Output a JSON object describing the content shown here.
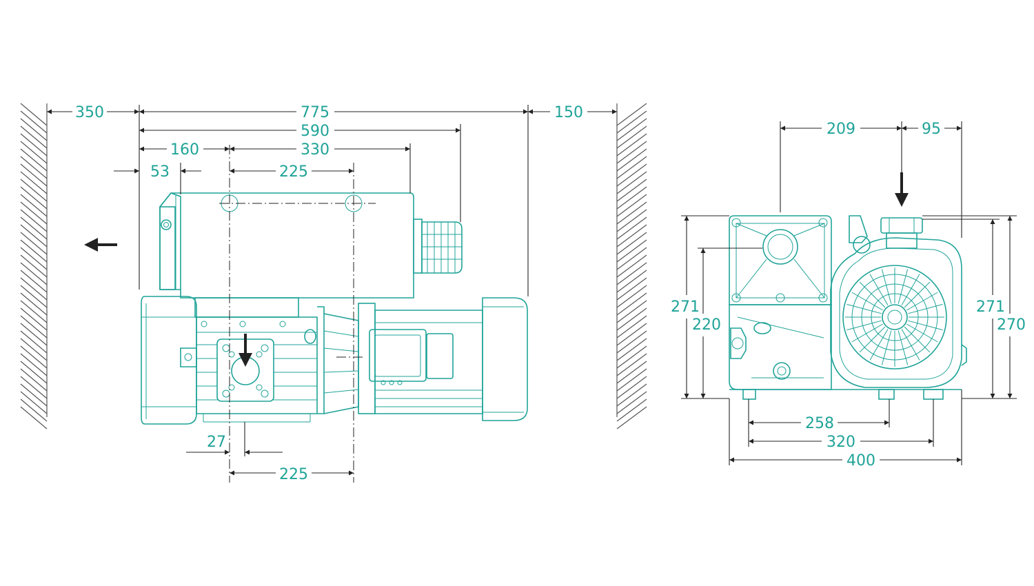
{
  "colors": {
    "drawing": "#1fa398",
    "dimension_lines": "#222222",
    "wall": "#555555"
  },
  "side_view": {
    "dim_left_clearance": "350",
    "dim_overall_length": "775",
    "dim_right_clearance": "150",
    "dim_590": "590",
    "dim_160": "160",
    "dim_330": "330",
    "dim_53": "53",
    "dim_top_225": "225",
    "dim_27": "27",
    "dim_bottom_225": "225"
  },
  "front_view": {
    "dim_209": "209",
    "dim_95": "95",
    "dim_271_left": "271",
    "dim_220": "220",
    "dim_271_right": "271",
    "dim_270": "270",
    "dim_258": "258",
    "dim_320": "320",
    "dim_400": "400"
  }
}
